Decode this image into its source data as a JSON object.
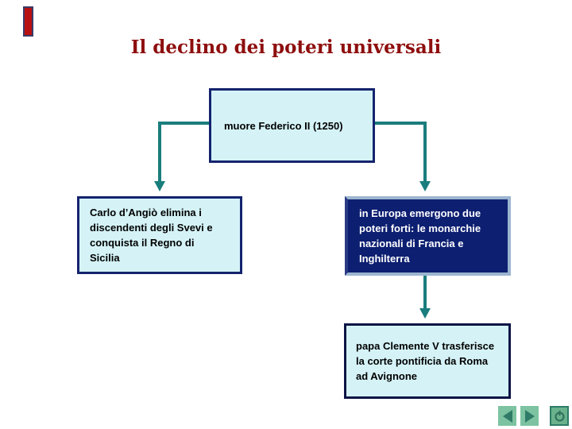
{
  "slide": {
    "title": "Il declino dei poteri universali"
  },
  "diagram": {
    "root": {
      "text": "muore Federico II (1250)"
    },
    "left": {
      "text": "Carlo d’Angiò elimina i\ndiscendenti degli Svevi e\nconquista il Regno di\nSicilia"
    },
    "right": {
      "text": "in Europa emergono due\npoteri forti: le monarchie\nnazionali di Francia e\nInghilterra"
    },
    "bottom": {
      "text": "papa Clemente V trasferisce\nla corte pontificia da Roma\nad Avignone"
    }
  },
  "nav": {
    "back_icon": "back-triangle",
    "forward_icon": "forward-triangle",
    "power_icon": "power-symbol"
  },
  "icons": {
    "bookmark": "red-bookmark-bar"
  },
  "colors": {
    "title_red": "#8e0e0e",
    "box_fill_light": "#d5f3f7",
    "box_border_navy": "#14246e",
    "box_fill_dark": "#0d1f71",
    "box_border_steel": "#9cb5cf",
    "connector_teal": "#1a7d7d",
    "button_green": "#7dc3a1",
    "button_glyph_dark": "#2f7b67",
    "bookmark_red": "#b81010"
  }
}
